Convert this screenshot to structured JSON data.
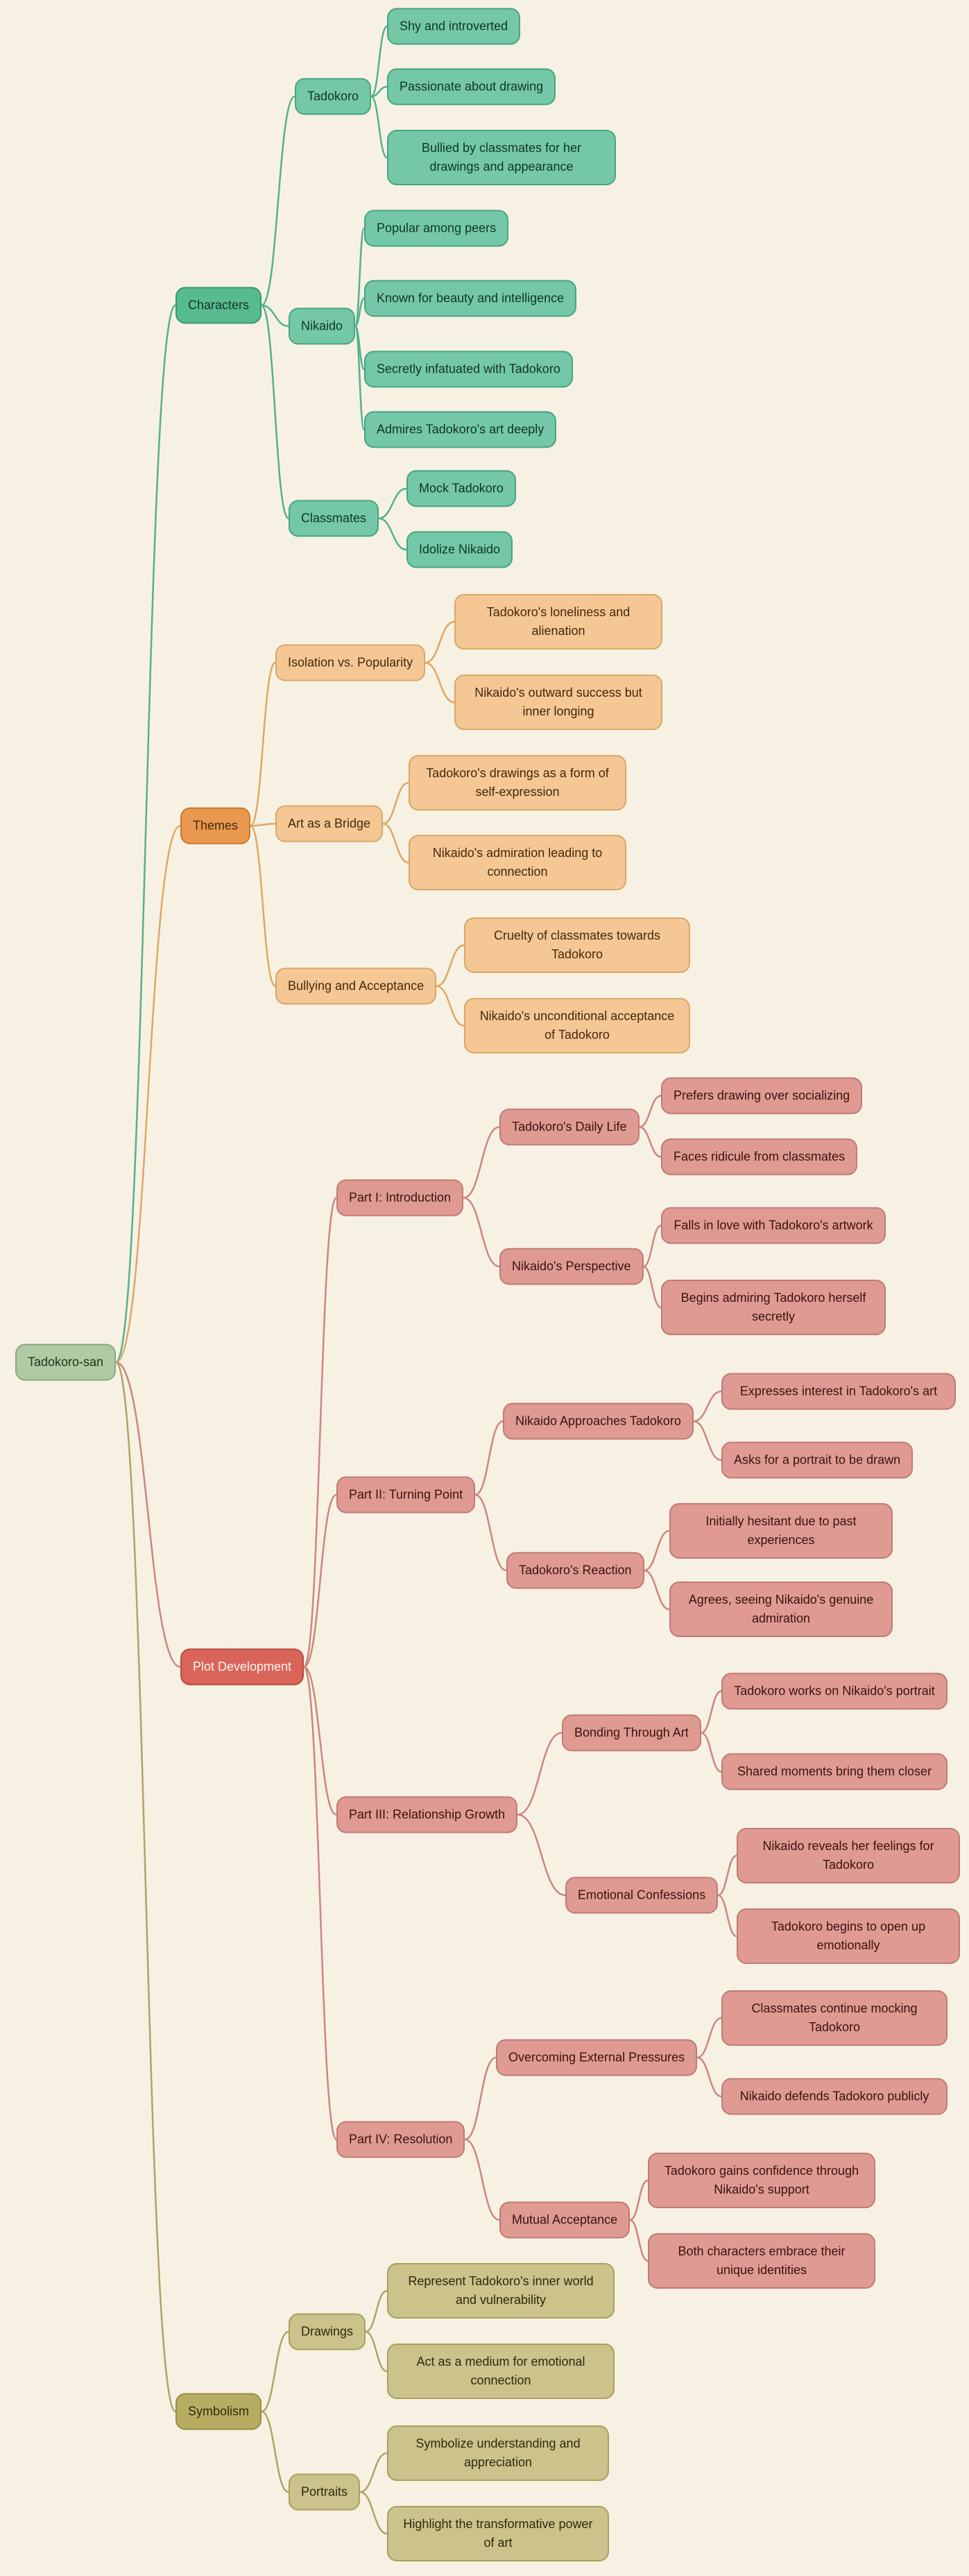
{
  "root": {
    "label": "Tadokoro-san"
  },
  "branches": [
    {
      "label": "Characters",
      "children": [
        {
          "label": "Tadokoro",
          "children": [
            {
              "label": "Shy and introverted"
            },
            {
              "label": "Passionate about drawing"
            },
            {
              "label": "Bullied by classmates for her drawings and appearance"
            }
          ]
        },
        {
          "label": "Nikaido",
          "children": [
            {
              "label": "Popular among peers"
            },
            {
              "label": "Known for beauty and intelligence"
            },
            {
              "label": "Secretly infatuated with Tadokoro"
            },
            {
              "label": "Admires Tadokoro's art deeply"
            }
          ]
        },
        {
          "label": "Classmates",
          "children": [
            {
              "label": "Mock Tadokoro"
            },
            {
              "label": "Idolize Nikaido"
            }
          ]
        }
      ]
    },
    {
      "label": "Themes",
      "children": [
        {
          "label": "Isolation vs. Popularity",
          "children": [
            {
              "label": "Tadokoro's loneliness and alienation"
            },
            {
              "label": "Nikaido's outward success but inner longing"
            }
          ]
        },
        {
          "label": "Art as a Bridge",
          "children": [
            {
              "label": "Tadokoro's drawings as a form of self-expression"
            },
            {
              "label": "Nikaido's admiration leading to connection"
            }
          ]
        },
        {
          "label": "Bullying and Acceptance",
          "children": [
            {
              "label": "Cruelty of classmates towards Tadokoro"
            },
            {
              "label": "Nikaido's unconditional acceptance of Tadokoro"
            }
          ]
        }
      ]
    },
    {
      "label": "Plot Development",
      "children": [
        {
          "label": "Part I: Introduction",
          "children": [
            {
              "label": "Tadokoro's Daily Life",
              "children": [
                {
                  "label": "Prefers drawing over socializing"
                },
                {
                  "label": "Faces ridicule from classmates"
                }
              ]
            },
            {
              "label": "Nikaido's Perspective",
              "children": [
                {
                  "label": "Falls in love with Tadokoro's artwork"
                },
                {
                  "label": "Begins admiring Tadokoro herself secretly"
                }
              ]
            }
          ]
        },
        {
          "label": "Part II: Turning Point",
          "children": [
            {
              "label": "Nikaido Approaches Tadokoro",
              "children": [
                {
                  "label": "Expresses interest in Tadokoro's art"
                },
                {
                  "label": "Asks for a portrait to be drawn"
                }
              ]
            },
            {
              "label": "Tadokoro's Reaction",
              "children": [
                {
                  "label": "Initially hesitant due to past experiences"
                },
                {
                  "label": "Agrees, seeing Nikaido's genuine admiration"
                }
              ]
            }
          ]
        },
        {
          "label": "Part III: Relationship Growth",
          "children": [
            {
              "label": "Bonding Through Art",
              "children": [
                {
                  "label": "Tadokoro works on Nikaido's portrait"
                },
                {
                  "label": "Shared moments bring them closer"
                }
              ]
            },
            {
              "label": "Emotional Confessions",
              "children": [
                {
                  "label": "Nikaido reveals her feelings for Tadokoro"
                },
                {
                  "label": "Tadokoro begins to open up emotionally"
                }
              ]
            }
          ]
        },
        {
          "label": "Part IV: Resolution",
          "children": [
            {
              "label": "Overcoming External Pressures",
              "children": [
                {
                  "label": "Classmates continue mocking Tadokoro"
                },
                {
                  "label": "Nikaido defends Tadokoro publicly"
                }
              ]
            },
            {
              "label": "Mutual Acceptance",
              "children": [
                {
                  "label": "Tadokoro gains confidence through Nikaido's support"
                },
                {
                  "label": "Both characters embrace their unique identities"
                }
              ]
            }
          ]
        }
      ]
    },
    {
      "label": "Symbolism",
      "children": [
        {
          "label": "Drawings",
          "children": [
            {
              "label": "Represent Tadokoro's inner world and vulnerability"
            },
            {
              "label": "Act as a medium for emotional connection"
            }
          ]
        },
        {
          "label": "Portraits",
          "children": [
            {
              "label": "Symbolize understanding and appreciation"
            },
            {
              "label": "Highlight the transformative power of art"
            }
          ]
        }
      ]
    }
  ],
  "colors": {
    "background": "#F7F1E3",
    "root_fill": "#AECBA5",
    "root_border": "#88A97D",
    "root_text": "#1F3318",
    "characters_head_fill": "#58BB8F",
    "characters_head_border": "#35996F",
    "characters_fill": "#74C8A7",
    "characters_border": "#46A57F",
    "characters_line": "#52B289",
    "characters_text": "#0F3528",
    "themes_head_fill": "#E9994F",
    "themes_head_border": "#C9782E",
    "themes_fill": "#F4C795",
    "themes_border": "#DAA767",
    "themes_line": "#DFA666",
    "themes_text": "#45280A",
    "plot_head_fill": "#D9655A",
    "plot_head_border": "#B84A40",
    "plot_head_text": "#FFF6EE",
    "plot_fill": "#DF9B93",
    "plot_border": "#C17A72",
    "plot_line": "#CE857D",
    "plot_text": "#3A120D",
    "symbolism_head_fill": "#B6AD62",
    "symbolism_head_border": "#958D43",
    "symbolism_fill": "#CBC28C",
    "symbolism_border": "#A9A05F",
    "symbolism_line": "#ADA465",
    "symbolism_text": "#2E2A0C"
  }
}
